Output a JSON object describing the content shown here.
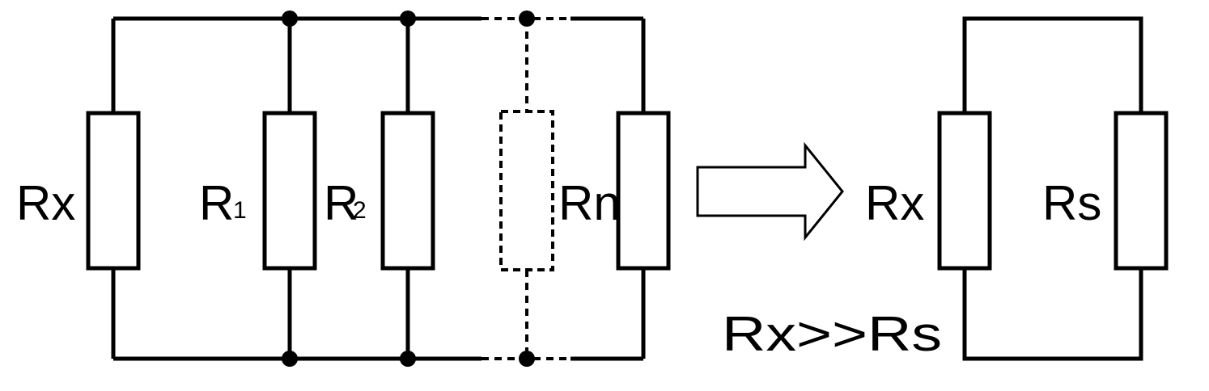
{
  "left_circuit": {
    "labels": {
      "rx": "Rx",
      "r1_main": "R",
      "r1_sub": "1",
      "r2_main": "R",
      "r2_sub": "2",
      "rn": "Rn"
    }
  },
  "right_circuit": {
    "labels": {
      "rx": "Rx",
      "rs": "Rs"
    }
  },
  "relation": "Rx>>Rs"
}
